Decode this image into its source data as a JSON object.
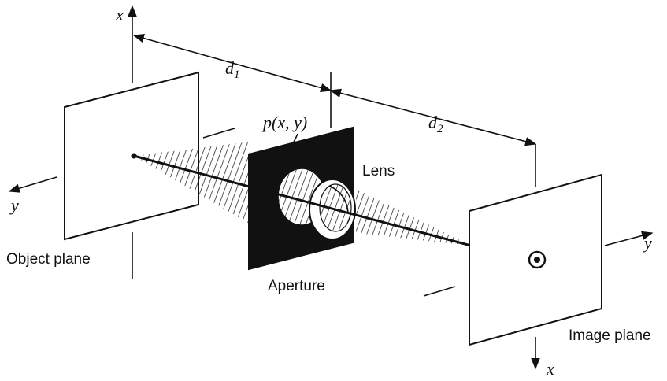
{
  "labels": {
    "object_plane": "Object plane",
    "image_plane": "Image plane",
    "aperture": "Aperture",
    "lens": "Lens",
    "pupil_function": "p(x, y)",
    "distance_1": "d",
    "distance_1_sub": "1",
    "distance_2": "d",
    "distance_2_sub": "2",
    "axis_x_top": "x",
    "axis_x_bottom": "x",
    "axis_y_left": "y",
    "axis_y_right": "y"
  }
}
